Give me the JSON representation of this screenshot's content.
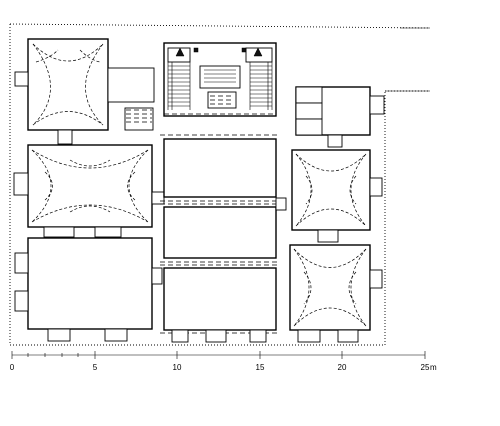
{
  "scale_bar": {
    "ticks": [
      "0",
      "5",
      "10",
      "15",
      "20",
      "25"
    ],
    "unit": "m"
  }
}
